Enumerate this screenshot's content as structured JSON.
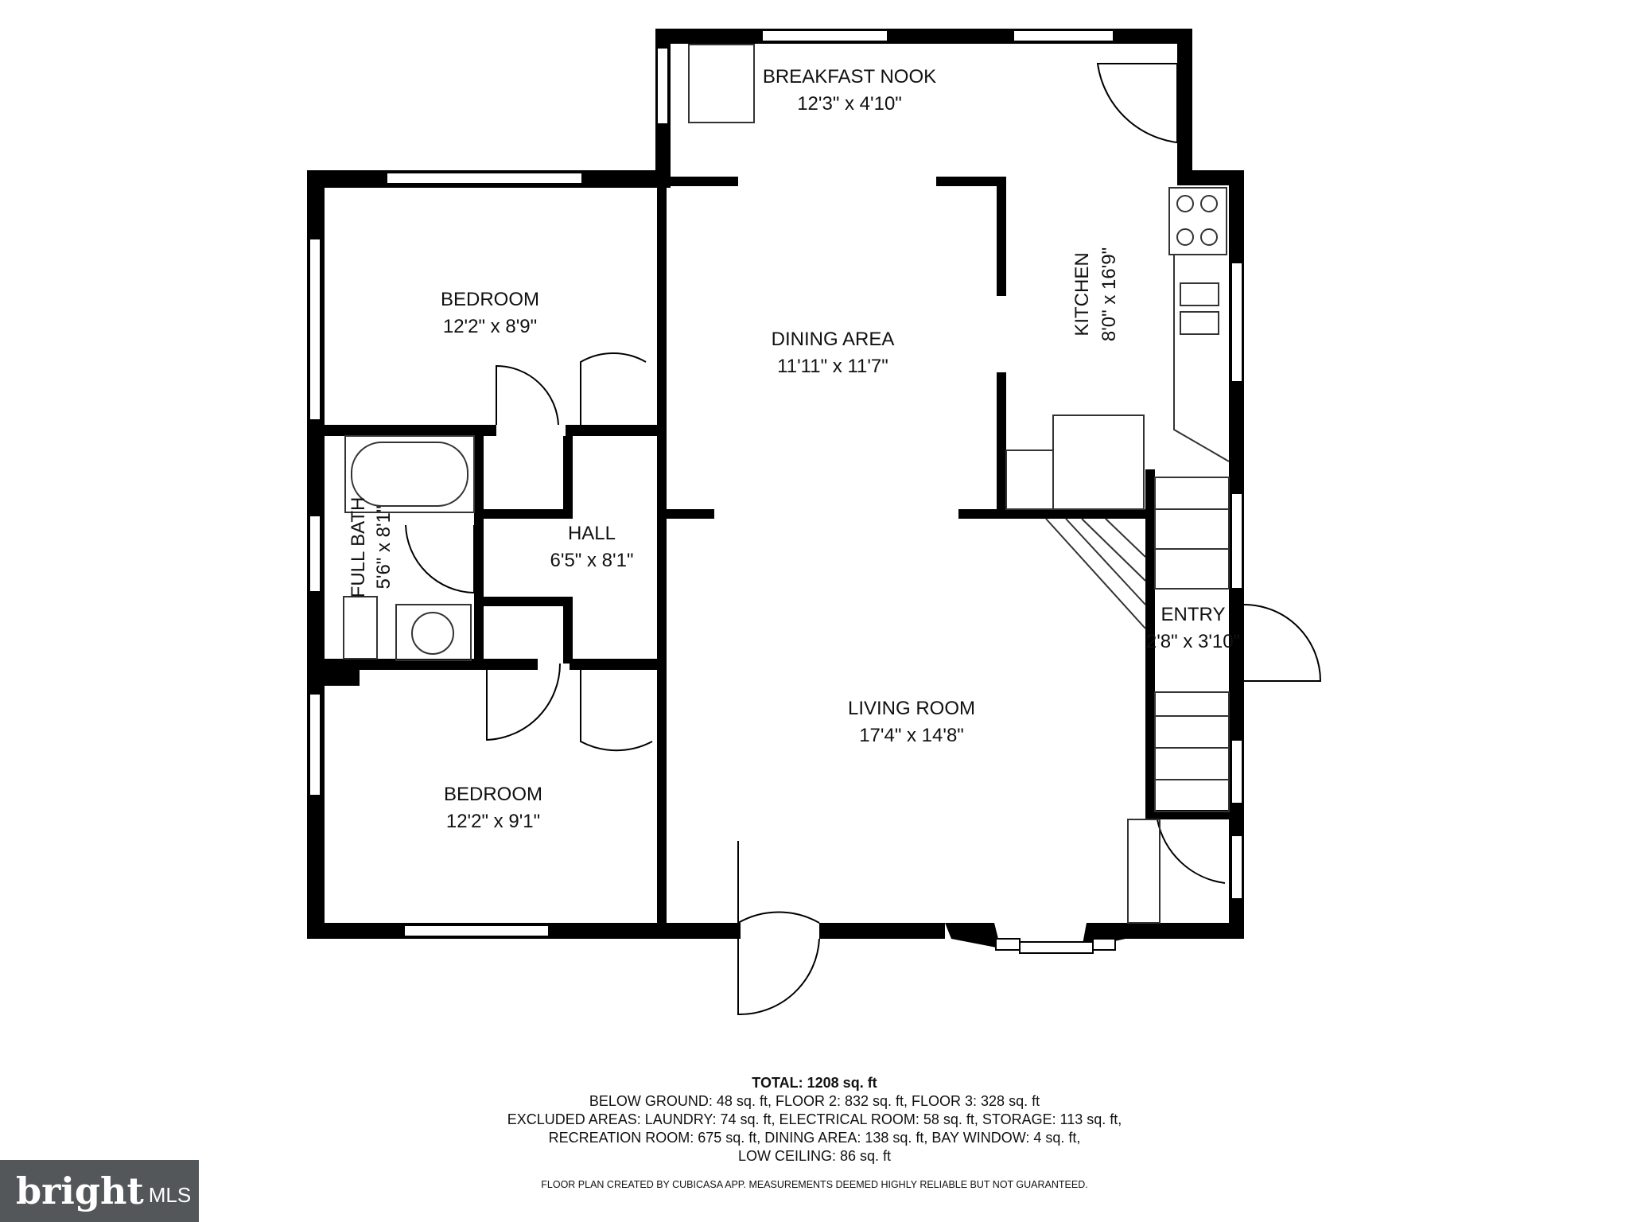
{
  "rooms": {
    "breakfast_nook": {
      "name": "BREAKFAST NOOK",
      "size": "12'3\" x 4'10\""
    },
    "bedroom_top": {
      "name": "BEDROOM",
      "size": "12'2\" x 8'9\""
    },
    "dining_area": {
      "name": "DINING AREA",
      "size": "11'11\" x 11'7\""
    },
    "kitchen": {
      "name": "KITCHEN",
      "size": "8'0\" x 16'9\""
    },
    "full_bath": {
      "name": "FULL BATH",
      "size": "5'6\" x 8'1\""
    },
    "hall": {
      "name": "HALL",
      "size": "6'5\" x 8'1\""
    },
    "entry": {
      "name": "ENTRY",
      "size": "2'8\" x 3'10\""
    },
    "living_room": {
      "name": "LIVING ROOM",
      "size": "17'4\" x 14'8\""
    },
    "bedroom_bottom": {
      "name": "BEDROOM",
      "size": "12'2\" x 9'1\""
    }
  },
  "summary": {
    "total_label": "TOTAL:",
    "total_value": "1208 sq. ft",
    "line1": "BELOW GROUND: 48 sq. ft, FLOOR 2: 832 sq. ft, FLOOR 3: 328 sq. ft",
    "line2": "EXCLUDED AREAS: LAUNDRY: 74 sq. ft, ELECTRICAL ROOM: 58 sq. ft, STORAGE: 113 sq. ft,",
    "line3": "RECREATION ROOM: 675 sq. ft, DINING AREA: 138 sq. ft, BAY WINDOW: 4 sq. ft,",
    "line4": "LOW CEILING: 86 sq. ft",
    "disclaimer": "FLOOR PLAN CREATED BY CUBICASA APP. MEASUREMENTS DEEMED HIGHLY RELIABLE BUT NOT GUARANTEED."
  },
  "brand": {
    "word": "bright",
    "suffix": "MLS"
  },
  "colors": {
    "wall": "#000000",
    "fixture": "#333333",
    "brand_bg": "#54575a"
  }
}
